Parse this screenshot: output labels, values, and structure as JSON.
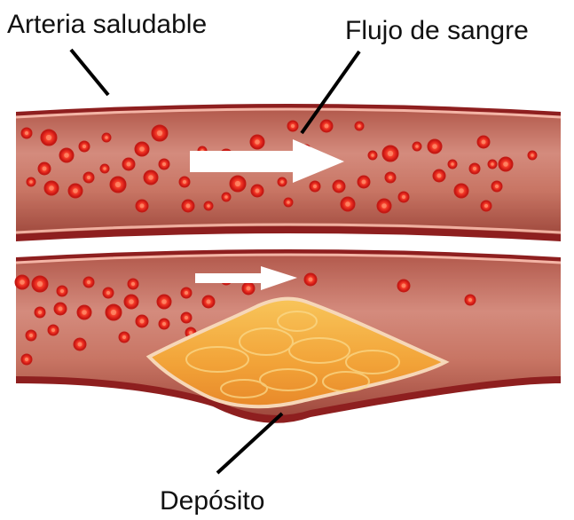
{
  "labels": {
    "healthy_artery": "Arteria saludable",
    "blood_flow": "Flujo de sangre",
    "deposit": "Depósito"
  },
  "colors": {
    "background": "#ffffff",
    "vessel_wall": "#9a2424",
    "vessel_lumen": "#c87b6e",
    "vessel_highlight": "#f2b3a5",
    "blood_cell": "#e0241c",
    "blood_cell_center": "#ff6a4a",
    "plaque": "#f3a53a",
    "plaque_light": "#f9cf6a",
    "arrow": "#ffffff",
    "leader_line": "#000000"
  },
  "icons": {
    "blood_cells": "red-blood-cell-icon",
    "flow_arrows": "white-arrow-icon"
  }
}
